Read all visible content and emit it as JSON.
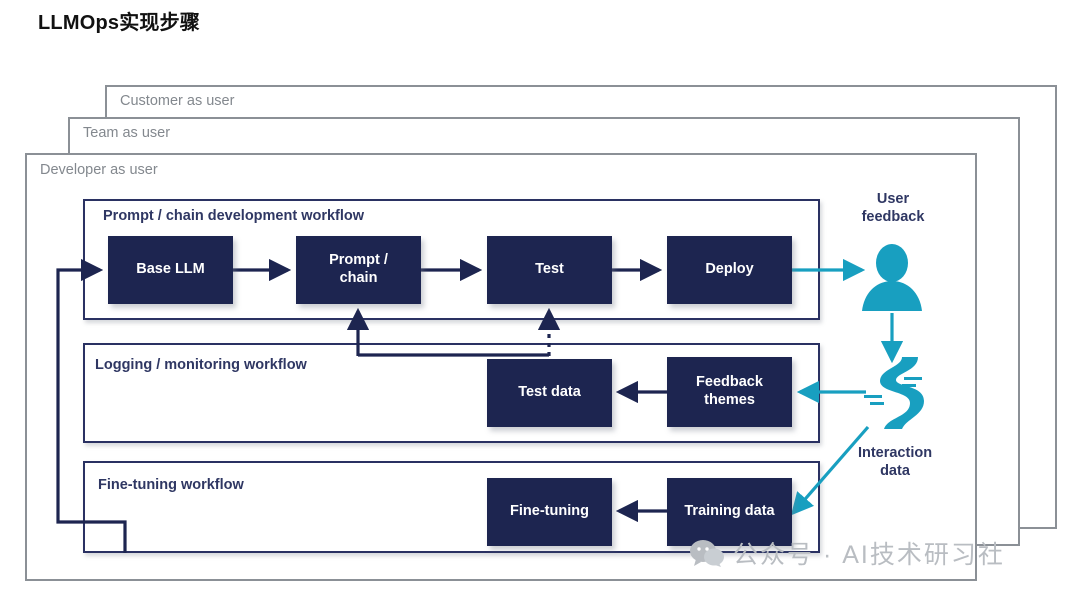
{
  "page": {
    "title": "LLMOps实现步骤"
  },
  "actors": [
    {
      "label": "Customer as user",
      "name": "customer-as-user"
    },
    {
      "label": "Team as user",
      "name": "team-as-user"
    },
    {
      "label": "Developer as user",
      "name": "developer-as-user"
    }
  ],
  "workflows": [
    {
      "label": "Prompt / chain development workflow",
      "name": "prompt-chain-development-workflow"
    },
    {
      "label": "Logging / monitoring workflow",
      "name": "logging-monitoring-workflow"
    },
    {
      "label": "Fine-tuning workflow",
      "name": "fine-tuning-workflow"
    }
  ],
  "nodes": {
    "base_llm": "Base LLM",
    "prompt_chain": "Prompt /\nchain",
    "prompt_chain_line1": "Prompt /",
    "prompt_chain_line2": "chain",
    "test": "Test",
    "deploy": "Deploy",
    "test_data": "Test data",
    "feedback_themes_line1": "Feedback",
    "feedback_themes_line2": "themes",
    "fine_tuning": "Fine-tuning",
    "training_data": "Training data"
  },
  "side_labels": {
    "user_feedback_line1": "User",
    "user_feedback_line2": "feedback",
    "interaction_data_line1": "Interaction",
    "interaction_data_line2": "data"
  },
  "icons": {
    "user": "user-silhouette-icon",
    "river": "winding-river-icon",
    "wechat": "wechat-icon"
  },
  "watermark": {
    "text": "公众号 · AI技术研习社"
  },
  "colors": {
    "navy": "#1d2550",
    "navy_border": "#2a3162",
    "teal": "#189fc0",
    "actor_gray": "#8b9096",
    "label_gray": "#83888e",
    "watermark_gray": "#b9bdc2"
  },
  "chart_data": {
    "type": "diagram",
    "title": "LLMOps实现步骤",
    "containers": [
      "Customer as user",
      "Team as user",
      "Developer as user"
    ],
    "lanes": [
      {
        "name": "Prompt / chain development workflow",
        "nodes": [
          "Base LLM",
          "Prompt / chain",
          "Test",
          "Deploy"
        ]
      },
      {
        "name": "Logging / monitoring workflow",
        "nodes": [
          "Test data",
          "Feedback themes"
        ]
      },
      {
        "name": "Fine-tuning workflow",
        "nodes": [
          "Fine-tuning",
          "Training data"
        ]
      }
    ],
    "external_nodes": [
      "User feedback",
      "Interaction data"
    ],
    "edges": [
      {
        "from": "Base LLM",
        "to": "Prompt / chain",
        "style": "solid"
      },
      {
        "from": "Prompt / chain",
        "to": "Test",
        "style": "solid"
      },
      {
        "from": "Test",
        "to": "Deploy",
        "style": "solid"
      },
      {
        "from": "Deploy",
        "to": "User feedback",
        "style": "solid-teal"
      },
      {
        "from": "User feedback",
        "to": "Interaction data",
        "style": "solid-teal"
      },
      {
        "from": "Interaction data",
        "to": "Feedback themes",
        "style": "solid-teal"
      },
      {
        "from": "Feedback themes",
        "to": "Test data",
        "style": "solid"
      },
      {
        "from": "Test data",
        "to": "Prompt / chain",
        "style": "solid"
      },
      {
        "from": "Test data",
        "to": "Test",
        "style": "dotted"
      },
      {
        "from": "Interaction data",
        "to": "Training data",
        "style": "solid-teal"
      },
      {
        "from": "Training data",
        "to": "Fine-tuning",
        "style": "solid"
      },
      {
        "from": "Fine-tuning",
        "to": "Base LLM",
        "style": "solid"
      }
    ]
  }
}
